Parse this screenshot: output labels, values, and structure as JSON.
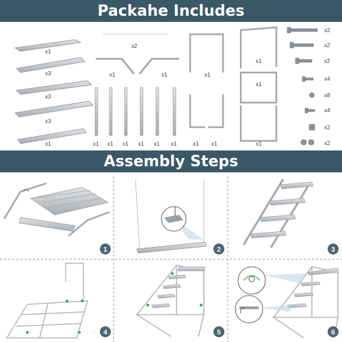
{
  "headers": {
    "package_title": "Packahe Includes",
    "assembly_title": "Assembly Steps"
  },
  "package_labels": {
    "board1": "x1",
    "board2": "x3",
    "board3": "x3",
    "board4": "x3",
    "board5": "x1",
    "bracket_pair": "x2",
    "bracket_left": "x1",
    "bracket_right": "x1",
    "rod1": "x1",
    "rod2": "x1",
    "rod3": "x1",
    "rod4": "x1",
    "rod5": "x1",
    "rod6": "x1",
    "frame_a": "x1",
    "frame_b1": "x1",
    "frame_b2": "x1",
    "big_frame1": "x1",
    "big_frame2": "x1",
    "big_frame3": "x1",
    "hw1": "x2",
    "hw2": "x2",
    "hw3": "x2",
    "hw4": "x4",
    "hw5": "x8",
    "hw6": "x4",
    "hw7": "x2",
    "hw8": "x2"
  },
  "steps": [
    "1",
    "2",
    "3",
    "4",
    "5",
    "6"
  ]
}
